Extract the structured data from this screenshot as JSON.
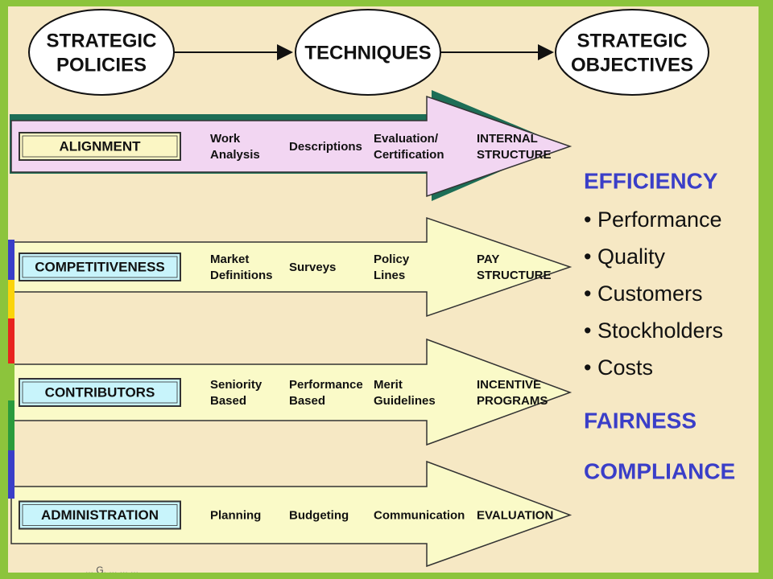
{
  "header": {
    "ovals": [
      {
        "lines": [
          "STRATEGIC",
          "POLICIES"
        ]
      },
      {
        "lines": [
          "TECHNIQUES"
        ]
      },
      {
        "lines": [
          "STRATEGIC",
          "OBJECTIVES"
        ]
      }
    ]
  },
  "rows": [
    {
      "label": "ALIGNMENT",
      "fill": "#f2d6f2",
      "box_fill": "#fbf6c4",
      "techniques": [
        {
          "lines": [
            "Work",
            "Analysis"
          ]
        },
        {
          "lines": [
            "Descriptions"
          ]
        },
        {
          "lines": [
            "Evaluation/",
            "Certification"
          ]
        },
        {
          "lines": [
            "INTERNAL",
            "STRUCTURE"
          ]
        }
      ]
    },
    {
      "label": "COMPETITIVENESS",
      "fill": "#fafac8",
      "box_fill": "#c8f4fb",
      "techniques": [
        {
          "lines": [
            "Market",
            "Definitions"
          ]
        },
        {
          "lines": [
            "Surveys"
          ]
        },
        {
          "lines": [
            "Policy",
            "Lines"
          ]
        },
        {
          "lines": [
            "PAY",
            "STRUCTURE"
          ]
        }
      ]
    },
    {
      "label": "CONTRIBUTORS",
      "fill": "#fafac8",
      "box_fill": "#c8f4fb",
      "techniques": [
        {
          "lines": [
            "Seniority",
            "Based"
          ]
        },
        {
          "lines": [
            "Performance",
            "Based"
          ]
        },
        {
          "lines": [
            "Merit",
            "Guidelines"
          ]
        },
        {
          "lines": [
            "INCENTIVE",
            "PROGRAMS"
          ]
        }
      ]
    },
    {
      "label": "ADMINISTRATION",
      "fill": "#fafac8",
      "box_fill": "#c8f4fb",
      "techniques": [
        {
          "lines": [
            "Planning"
          ]
        },
        {
          "lines": [
            "Budgeting"
          ]
        },
        {
          "lines": [
            "Communication"
          ]
        },
        {
          "lines": [
            "EVALUATION"
          ]
        }
      ]
    }
  ],
  "objectives": {
    "efficiency": "EFFICIENCY",
    "bullet": "•",
    "items": [
      "Performance",
      "Quality",
      "Customers",
      "Stockholders",
      "Costs"
    ],
    "fairness": "FAIRNESS",
    "compliance": "COMPLIANCE"
  },
  "footer": {
    "text": "... G. ... ... ..."
  },
  "colors": {
    "frame": "#8cc43c",
    "background": "#f6e8c4",
    "objective_heading": "#3a3ec8",
    "left_bars": [
      "#3a3ec8",
      "#fbd40a",
      "#e8231e",
      "#8cc43c",
      "#2a9b3c",
      "#3a3ec8"
    ]
  }
}
